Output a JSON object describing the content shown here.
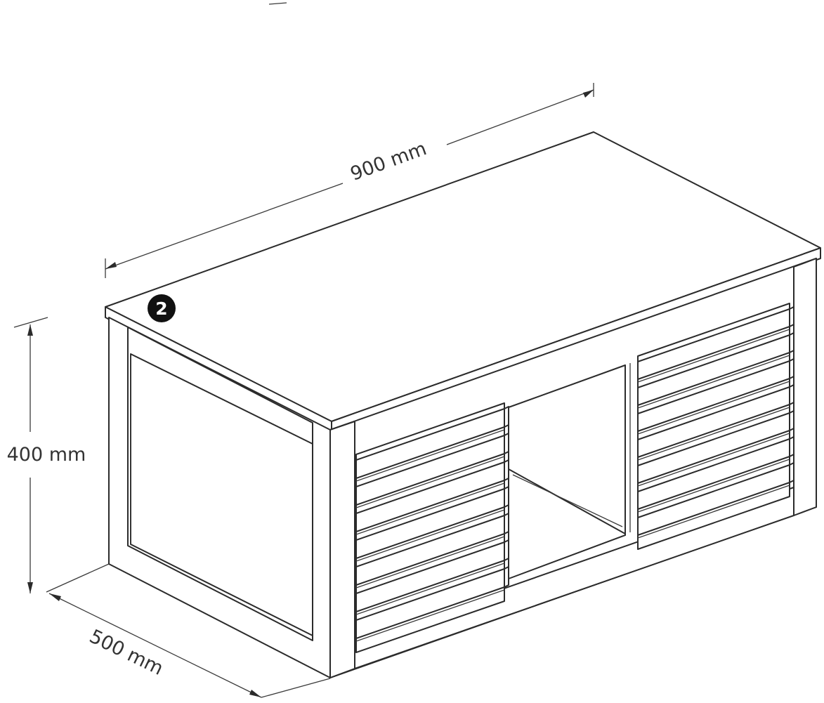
{
  "dimensions": {
    "width_label": "900 mm",
    "height_label": "400 mm",
    "depth_label": "500 mm"
  },
  "callout": {
    "number": "2"
  },
  "colors": {
    "line": "#2b2b2b",
    "background": "#ffffff",
    "badge": "#111111"
  }
}
